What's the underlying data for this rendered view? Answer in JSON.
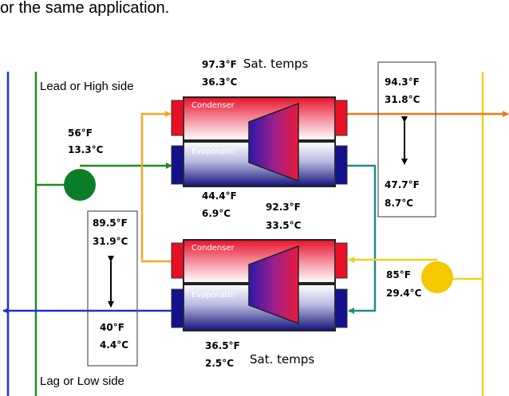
{
  "caption": "or the same application.",
  "lead_side_label": "Lead or High side",
  "lag_side_label": "Lag or Low side",
  "sat_temps_label": "Sat. temps",
  "condenser_label": "Condenser",
  "evaporator_label": "Evaporator",
  "temperatures": {
    "lead_condenser_sat_f": "97.3°F",
    "lead_condenser_sat_c": "36.3°C",
    "condenser_leaving_f": "94.3°F",
    "condenser_leaving_c": "31.8°C",
    "condenser_entering_f": "47.7°F",
    "condenser_entering_c": "8.7°C",
    "chilled_water_entering_f": "56°F",
    "chilled_water_entering_c": "13.3°C",
    "lead_evaporator_sat_f": "44.4°F",
    "lead_evaporator_sat_c": "6.9°C",
    "lag_condenser_sat_f": "92.3°F",
    "lag_condenser_sat_c": "33.5°C",
    "evap_range_top_f": "89.5°F",
    "evap_range_top_c": "31.9°C",
    "evap_range_bottom_f": "40°F",
    "evap_range_bottom_c": "4.4°C",
    "condenser_water_entering_f": "85°F",
    "condenser_water_entering_c": "29.4°C",
    "lag_evaporator_sat_f": "36.5°F",
    "lag_evaporator_sat_c": "2.5°C"
  },
  "colors": {
    "chilled_water_supply": "#1e32d2",
    "chilled_water_return": "#1e8c1e",
    "condenser_water_supply": "#f0d21e",
    "condenser_water_return": "#f07814",
    "condenser_crossover": "#f5a623",
    "evaporator_crossover": "#1e8c8c",
    "lead_pump": "#0a7d28",
    "lag_pump": "#f5c800"
  }
}
